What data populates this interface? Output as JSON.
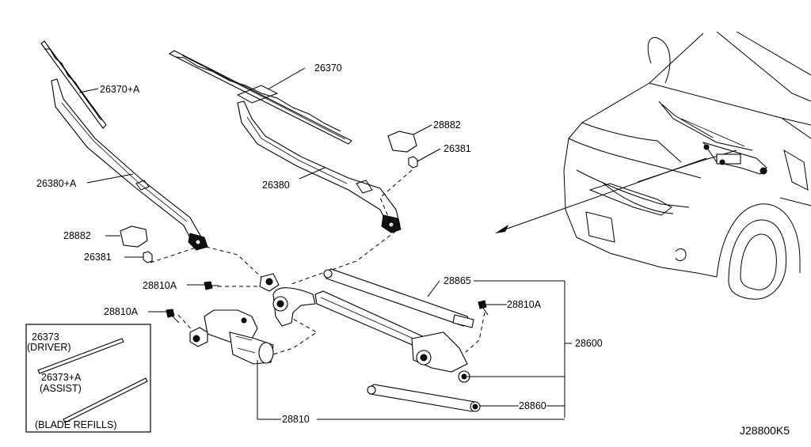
{
  "diagram": {
    "code": "J28800K5",
    "callouts": [
      {
        "key": "blade_assist",
        "label": "26370+A"
      },
      {
        "key": "blade_driver",
        "label": "26370"
      },
      {
        "key": "cap_right",
        "label": "28882"
      },
      {
        "key": "nut_right",
        "label": "26381"
      },
      {
        "key": "arm_assist",
        "label": "26380+A"
      },
      {
        "key": "arm_driver",
        "label": "26380"
      },
      {
        "key": "cap_left",
        "label": "28882"
      },
      {
        "key": "nut_left",
        "label": "26381"
      },
      {
        "key": "bolt_upper",
        "label": "28810A"
      },
      {
        "key": "bolt_lower",
        "label": "28810A"
      },
      {
        "key": "bolt_right",
        "label": "28810A"
      },
      {
        "key": "link_upper",
        "label": "28865"
      },
      {
        "key": "assembly",
        "label": "28600"
      },
      {
        "key": "link_lower",
        "label": "28860"
      },
      {
        "key": "motor",
        "label": "28810"
      }
    ],
    "refills": {
      "driver_part": "26373",
      "driver_label": "(DRIVER)",
      "assist_part": "26373+A",
      "assist_label": "(ASSIST)",
      "box_title": "(BLADE REFILLS)"
    }
  }
}
